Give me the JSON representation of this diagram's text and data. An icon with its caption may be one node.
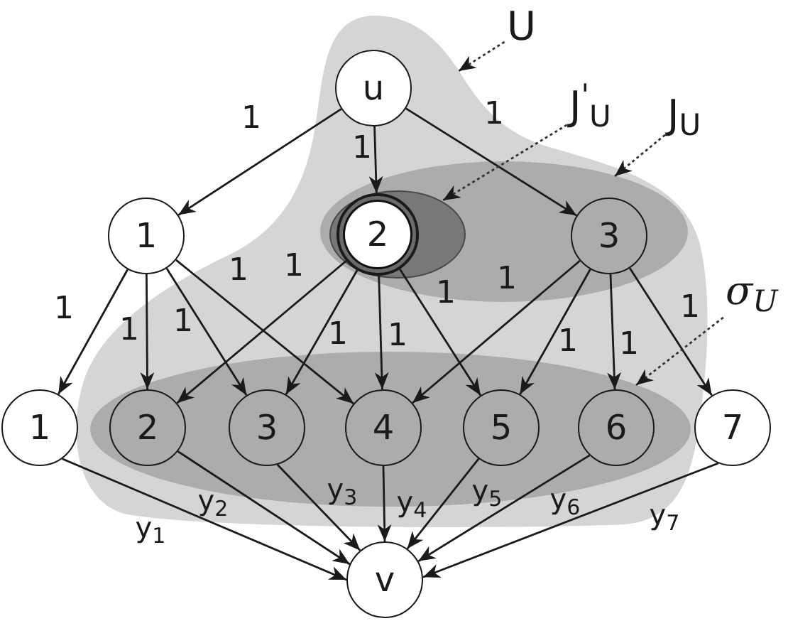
{
  "diagram": {
    "nodes": [
      {
        "text": [],
        "shape": "blob"
      },
      {
        "text": [
          "u"
        ],
        "in": 0
      },
      {
        "text": [
          "1"
        ]
      },
      {
        "text": [],
        "shape": "ellipse",
        "in": 0
      },
      {
        "text": [],
        "shape": "ellipse",
        "in": 3
      },
      {
        "text": [
          "2"
        ],
        "in": 4
      },
      {
        "text": [
          "3"
        ],
        "in": 3
      },
      {
        "text": [],
        "shape": "ellipse",
        "in": 0
      },
      {
        "text": [
          "1"
        ]
      },
      {
        "text": [
          "2"
        ],
        "in": 7
      },
      {
        "text": [
          "3"
        ],
        "in": 7
      },
      {
        "text": [
          "4"
        ],
        "in": 7
      },
      {
        "text": [
          "5"
        ],
        "in": 7
      },
      {
        "text": [
          "6"
        ],
        "in": 7
      },
      {
        "text": [
          "7"
        ]
      },
      {
        "text": [
          "v"
        ]
      },
      {
        "text": [
          "U"
        ]
      },
      {
        "text": [
          "J$^{'}$$_{U}$"
        ]
      },
      {
        "text": [
          "J$_{U}$"
        ]
      },
      {
        "text": [
          "σ$_{U}$"
        ]
      }
    ],
    "edges": [
      {
        "from": 1,
        "to": 2,
        "arrow": "to",
        "label": "1"
      },
      {
        "from": 1,
        "to": 5,
        "arrow": "to",
        "label": "1"
      },
      {
        "from": 1,
        "to": 6,
        "arrow": "to",
        "label": "1"
      },
      {
        "from": 2,
        "to": 8,
        "arrow": "to",
        "label": "1"
      },
      {
        "from": 2,
        "to": 9,
        "arrow": "to",
        "label": "1"
      },
      {
        "from": 2,
        "to": 10,
        "arrow": "to",
        "label": "1"
      },
      {
        "from": 2,
        "to": 11,
        "arrow": "to",
        "label": "1"
      },
      {
        "from": 5,
        "to": 9,
        "arrow": "to",
        "label": "1"
      },
      {
        "from": 5,
        "to": 10,
        "arrow": "to",
        "label": "1"
      },
      {
        "from": 5,
        "to": 11,
        "arrow": "to",
        "label": "1"
      },
      {
        "from": 5,
        "to": 12,
        "arrow": "to",
        "label": "1"
      },
      {
        "from": 6,
        "to": 11,
        "arrow": "to",
        "label": "1"
      },
      {
        "from": 6,
        "to": 12,
        "arrow": "to",
        "label": "1"
      },
      {
        "from": 6,
        "to": 13,
        "arrow": "to",
        "label": "1"
      },
      {
        "from": 6,
        "to": 14,
        "arrow": "to",
        "label": "1"
      },
      {
        "from": 8,
        "to": 15,
        "arrow": "to",
        "label": "y$_{1}$"
      },
      {
        "from": 9,
        "to": 15,
        "arrow": "to",
        "label": "y$_{2}$"
      },
      {
        "from": 10,
        "to": 15,
        "arrow": "to",
        "label": "y$_{3}$"
      },
      {
        "from": 11,
        "to": 15,
        "arrow": "to",
        "label": "y$_{4}$"
      },
      {
        "from": 12,
        "to": 15,
        "arrow": "to",
        "label": "y$_{5}$"
      },
      {
        "from": 13,
        "to": 15,
        "arrow": "to",
        "label": "y$_{6}$"
      },
      {
        "from": 14,
        "to": 15,
        "arrow": "to",
        "label": "y$_{7}$"
      },
      {
        "from": 16,
        "to": 0,
        "arrow": "to",
        "style": "dashed"
      },
      {
        "from": 17,
        "to": 4,
        "arrow": "to",
        "style": "dashed"
      },
      {
        "from": 18,
        "to": 3,
        "arrow": "to",
        "style": "dashed"
      },
      {
        "from": 19,
        "to": 7,
        "arrow": "to",
        "style": "dashed"
      }
    ]
  }
}
